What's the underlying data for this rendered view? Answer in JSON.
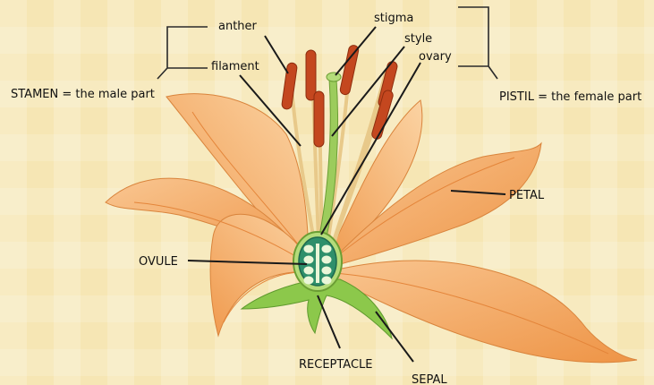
{
  "labels": {
    "anther": "anther",
    "filament": "filament",
    "stigma": "stigma",
    "style": "style",
    "ovary": "ovary",
    "stamen": "STAMEN = the male part",
    "pistil": "PISTIL = the female part",
    "petal": "PETAL",
    "ovule": "OVULE",
    "receptacle": "RECEPTACLE",
    "sepal": "SEPAL"
  },
  "colors": {
    "background": "#f6e6b4",
    "petal": "#f4a862",
    "petal_dark": "#e98a3c",
    "anther": "#c4471f",
    "style": "#9ccc5c",
    "sepal": "#8cc84b",
    "ovary": "#2e8f6b"
  }
}
